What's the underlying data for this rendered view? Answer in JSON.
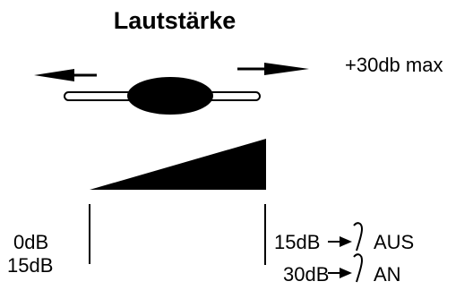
{
  "title": "Lautstärke",
  "max_label": "+30db max",
  "left_labels": {
    "top": "0dB",
    "bottom": "15dB"
  },
  "right_rows": [
    {
      "level": "15dB",
      "state": "AUS"
    },
    {
      "level": "30dB",
      "state": "AN"
    }
  ],
  "icons": [
    "arrow-left-icon",
    "arrow-right-icon",
    "slider-knob-icon",
    "volume-ramp-icon",
    "ear-icon"
  ],
  "colors": {
    "ink": "#000000",
    "background": "#ffffff"
  }
}
